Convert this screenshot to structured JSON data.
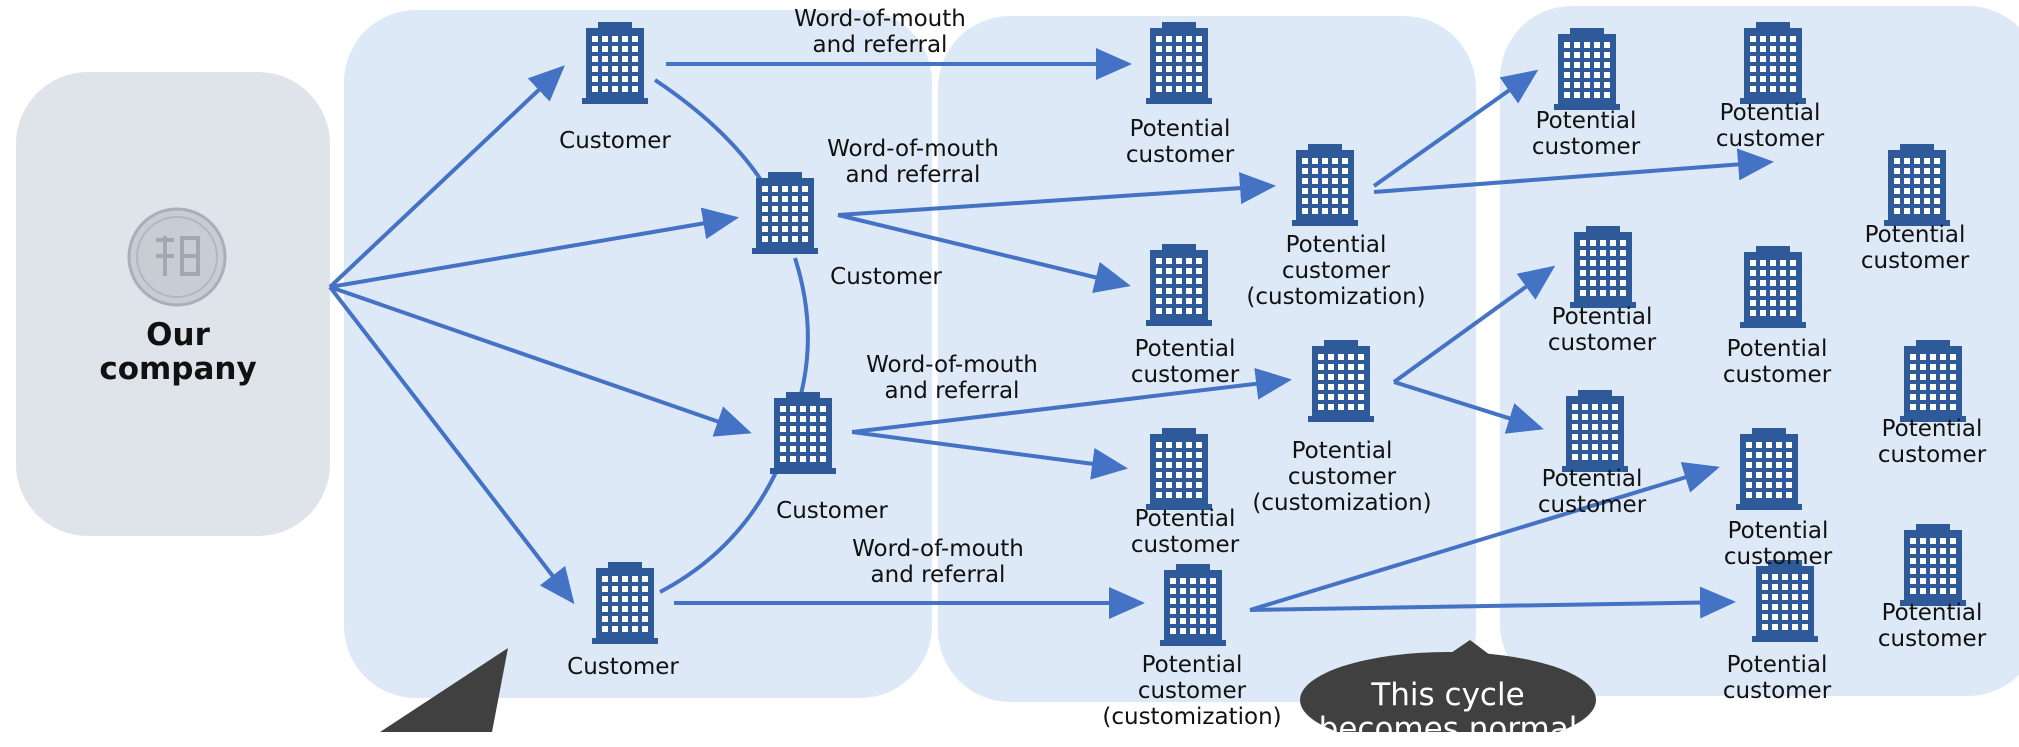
{
  "company": {
    "name": "Our\ncompany",
    "logo": "seal-logo"
  },
  "labels": {
    "customer": "Customer",
    "potential": "Potential\ncustomer",
    "potential_custom": "Potential\ncustomer\n(customization)",
    "wom": "Word-of-mouth\nand referral"
  },
  "callout": {
    "text": "This cycle\nbecomes normal"
  },
  "icons": {
    "building": "office-building-icon",
    "arrow": "arrow-icon"
  },
  "colors": {
    "arrow": "#4472c4",
    "panel_blue": "#dde9f6",
    "panel_gray": "#dfe3ea",
    "building": "#2e5a9a",
    "callout": "#404040"
  }
}
